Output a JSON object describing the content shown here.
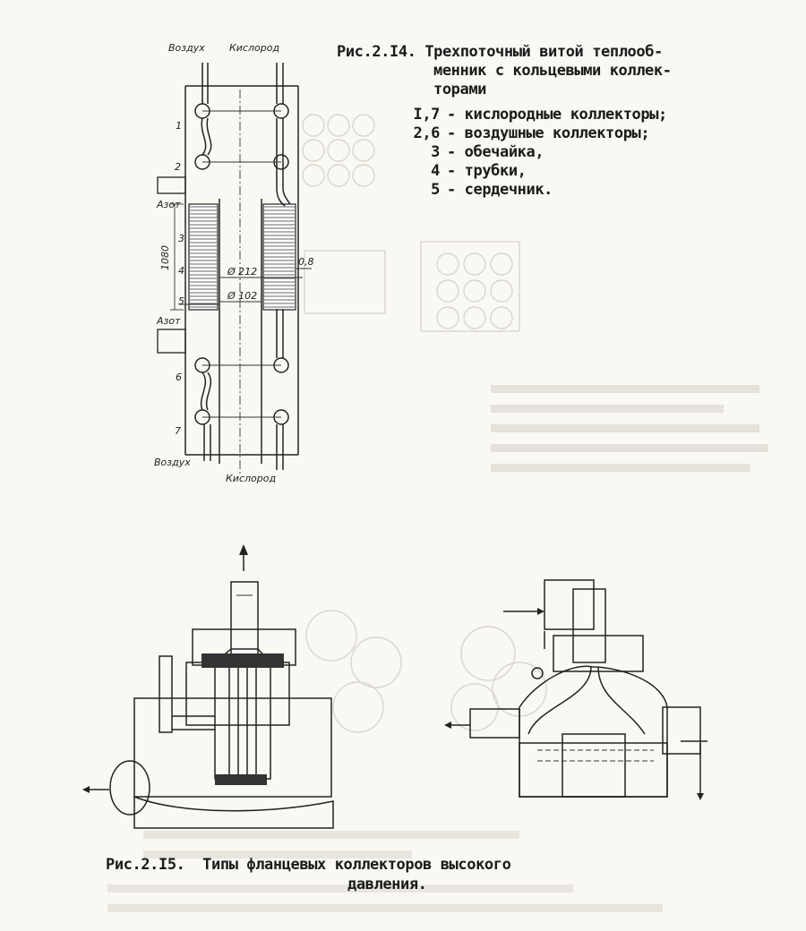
{
  "figure_214": {
    "caption_lines": [
      "Рис.2.I4. Трехпоточный витой теплооб-",
      "менник с кольцевыми коллек-",
      "торами"
    ],
    "legend": [
      {
        "num": "I,7",
        "text": "- кислородные коллекторы;"
      },
      {
        "num": "2,6",
        "text": "- воздушные коллекторы;"
      },
      {
        "num": "3",
        "text": "- обечайка,"
      },
      {
        "num": "4",
        "text": "- трубки,"
      },
      {
        "num": "5",
        "text": "- сердечник."
      }
    ],
    "labels": {
      "air_top": "Воздух",
      "oxygen_top": "Кислород",
      "nitrogen_upper": "Азот",
      "nitrogen_lower": "Азот",
      "air_bottom": "Воздух",
      "oxygen_bottom": "Кислород",
      "height_dim": "1080",
      "outer_dia": "Ø 212",
      "inner_dia": "Ø 102",
      "gap_dim": "0,8",
      "part_1": "1",
      "part_2": "2",
      "part_3": "3",
      "part_4": "4",
      "part_5": "5",
      "part_6": "6",
      "part_7": "7"
    }
  },
  "figure_215": {
    "caption_line1": "Рис.2.I5.  Типы фланцевых коллекторов высокого",
    "caption_line2": "давления."
  },
  "colors": {
    "ink": "#222222",
    "paper": "#f9f8f3",
    "bleed": "#d8d6cd"
  }
}
